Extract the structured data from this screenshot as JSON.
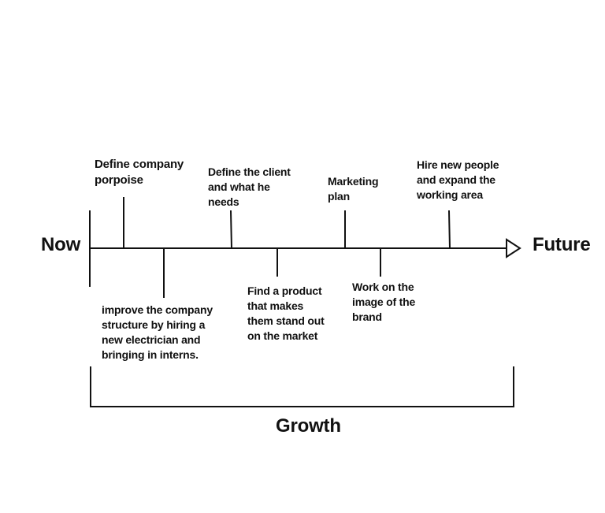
{
  "timeline": {
    "start_label": "Now",
    "end_label": "Future",
    "span_label": "Growth",
    "line_color": "#111111",
    "events": [
      {
        "id": "define-purpose",
        "side": "above",
        "text": "Define company\nporpoise"
      },
      {
        "id": "improve-structure",
        "side": "below",
        "text": "improve the company\nstructure by hiring a\nnew electrician and\nbringing in interns."
      },
      {
        "id": "define-client",
        "side": "above",
        "text": "Define the client\nand what he\nneeds"
      },
      {
        "id": "find-product",
        "side": "below",
        "text": "Find a product\nthat makes\nthem stand out\non the market"
      },
      {
        "id": "marketing-plan",
        "side": "above",
        "text": "Marketing\nplan"
      },
      {
        "id": "brand-image",
        "side": "below",
        "text": "Work on the\nimage of the\nbrand"
      },
      {
        "id": "hire-expand",
        "side": "above",
        "text": "Hire new people\nand expand the\nworking area"
      }
    ]
  }
}
